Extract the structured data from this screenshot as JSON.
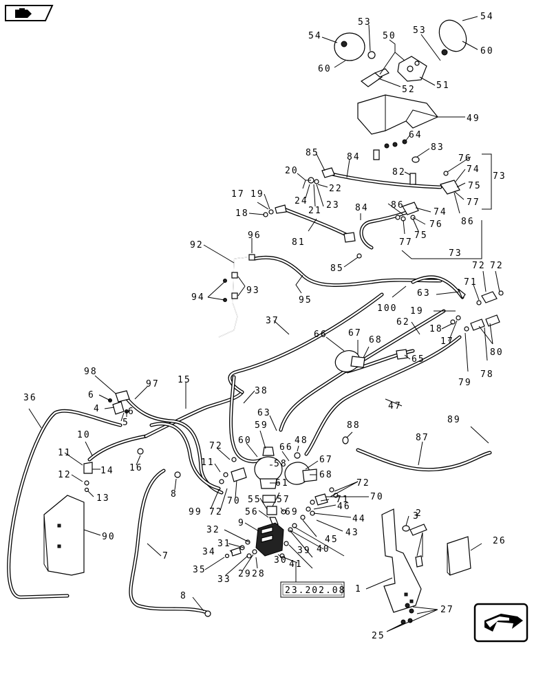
{
  "reference_box": {
    "text": "23.202.08"
  },
  "icons": {
    "top_left": "book-icon",
    "bottom_right": "next-page-arrow-icon"
  },
  "callouts": [
    {
      "n": "54"
    },
    {
      "n": "53"
    },
    {
      "n": "60"
    },
    {
      "n": "50"
    },
    {
      "n": "52"
    },
    {
      "n": "51"
    },
    {
      "n": "53"
    },
    {
      "n": "54"
    },
    {
      "n": "60"
    },
    {
      "n": "49"
    },
    {
      "n": "64"
    },
    {
      "n": "83"
    },
    {
      "n": "82"
    },
    {
      "n": "85"
    },
    {
      "n": "84"
    },
    {
      "n": "20"
    },
    {
      "n": "22"
    },
    {
      "n": "24"
    },
    {
      "n": "21"
    },
    {
      "n": "23"
    },
    {
      "n": "76"
    },
    {
      "n": "74"
    },
    {
      "n": "75"
    },
    {
      "n": "77"
    },
    {
      "n": "73"
    },
    {
      "n": "17"
    },
    {
      "n": "19"
    },
    {
      "n": "18"
    },
    {
      "n": "84"
    },
    {
      "n": "86"
    },
    {
      "n": "74"
    },
    {
      "n": "76"
    },
    {
      "n": "77"
    },
    {
      "n": "75"
    },
    {
      "n": "86"
    },
    {
      "n": "81"
    },
    {
      "n": "85"
    },
    {
      "n": "73"
    },
    {
      "n": "92"
    },
    {
      "n": "96"
    },
    {
      "n": "93"
    },
    {
      "n": "94"
    },
    {
      "n": "95"
    },
    {
      "n": "100"
    },
    {
      "n": "72"
    },
    {
      "n": "72"
    },
    {
      "n": "71"
    },
    {
      "n": "63"
    },
    {
      "n": "19"
    },
    {
      "n": "18"
    },
    {
      "n": "17"
    },
    {
      "n": "62"
    },
    {
      "n": "80"
    },
    {
      "n": "78"
    },
    {
      "n": "79"
    },
    {
      "n": "37"
    },
    {
      "n": "66"
    },
    {
      "n": "67"
    },
    {
      "n": "68"
    },
    {
      "n": "65"
    },
    {
      "n": "98"
    },
    {
      "n": "97"
    },
    {
      "n": "15"
    },
    {
      "n": "38"
    },
    {
      "n": "6"
    },
    {
      "n": "4"
    },
    {
      "n": "6"
    },
    {
      "n": "5"
    },
    {
      "n": "36"
    },
    {
      "n": "47"
    },
    {
      "n": "63"
    },
    {
      "n": "88"
    },
    {
      "n": "89"
    },
    {
      "n": "10"
    },
    {
      "n": "16"
    },
    {
      "n": "59"
    },
    {
      "n": "60"
    },
    {
      "n": "48"
    },
    {
      "n": "87"
    },
    {
      "n": "72"
    },
    {
      "n": "11"
    },
    {
      "n": "14"
    },
    {
      "n": "11"
    },
    {
      "n": "12"
    },
    {
      "n": "8"
    },
    {
      "n": "58"
    },
    {
      "n": "66"
    },
    {
      "n": "61"
    },
    {
      "n": "67"
    },
    {
      "n": "68"
    },
    {
      "n": "13"
    },
    {
      "n": "70"
    },
    {
      "n": "99"
    },
    {
      "n": "72"
    },
    {
      "n": "72"
    },
    {
      "n": "71"
    },
    {
      "n": "70"
    },
    {
      "n": "55"
    },
    {
      "n": "57"
    },
    {
      "n": "56"
    },
    {
      "n": "69"
    },
    {
      "n": "46"
    },
    {
      "n": "44"
    },
    {
      "n": "3"
    },
    {
      "n": "9"
    },
    {
      "n": "32"
    },
    {
      "n": "31"
    },
    {
      "n": "90"
    },
    {
      "n": "7"
    },
    {
      "n": "45"
    },
    {
      "n": "43"
    },
    {
      "n": "2"
    },
    {
      "n": "26"
    },
    {
      "n": "34"
    },
    {
      "n": "30"
    },
    {
      "n": "39"
    },
    {
      "n": "40"
    },
    {
      "n": "35"
    },
    {
      "n": "33"
    },
    {
      "n": "29"
    },
    {
      "n": "28"
    },
    {
      "n": "41"
    },
    {
      "n": "8"
    },
    {
      "n": "1"
    },
    {
      "n": "27"
    },
    {
      "n": "25"
    }
  ]
}
